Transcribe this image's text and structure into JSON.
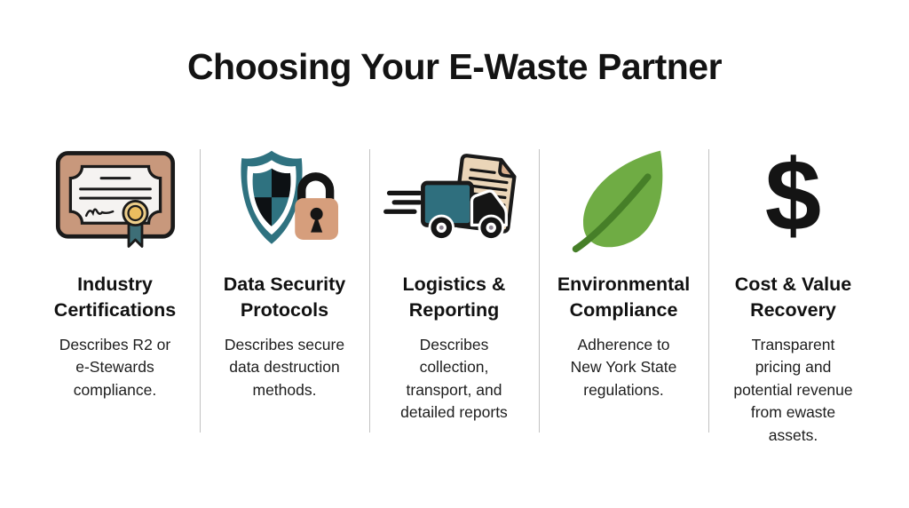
{
  "title": "Choosing Your E-Waste Partner",
  "columns": [
    {
      "icon": "certificate",
      "heading": "Industry Certifications",
      "description": "Describes R2 or e-Stewards compliance."
    },
    {
      "icon": "shield-lock",
      "heading": "Data Security Protocols",
      "description": "Describes secure data destruction methods."
    },
    {
      "icon": "delivery-truck-documents",
      "heading": "Logistics & Reporting",
      "description": "Describes collection, transport, and detailed reports"
    },
    {
      "icon": "leaf",
      "heading": "Environmental Compliance",
      "description": "Adherence to New York State regulations."
    },
    {
      "icon": "dollar-sign",
      "heading": "Cost & Value Recovery",
      "description": "Transparent pricing and potential revenue from ewaste assets.",
      "glyph": "$"
    }
  ],
  "colors": {
    "background": "#ffffff",
    "text": "#141414",
    "divider": "#c2c2c2",
    "teal": "#2F7280",
    "leaf_green": "#6FAC44",
    "leaf_stem": "#467F28",
    "certificate_frame": "#C8987C",
    "rosette_gold": "#EDCE8A",
    "rosette_center": "#EBBD5F",
    "ribbon_teal": "#3D6E77",
    "lock_body": "#D69E7C",
    "document_cream": "#EAD5B8",
    "document_fold": "#D9AE8C"
  }
}
